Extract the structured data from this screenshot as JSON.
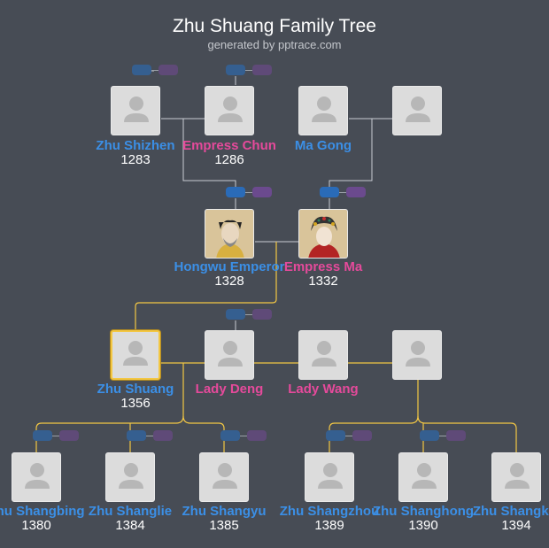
{
  "header": {
    "title": "Zhu Shuang Family Tree",
    "subtitle": "generated by pptrace.com"
  },
  "people": {
    "zhu_shizhen": {
      "name": "Zhu Shizhen",
      "year": "1283",
      "gender": "male"
    },
    "empress_chun": {
      "name": "Empress Chun",
      "year": "1286",
      "gender": "female"
    },
    "ma_gong": {
      "name": "Ma Gong",
      "year": "",
      "gender": "male"
    },
    "ma_gong_spouse": {
      "name": "",
      "year": "",
      "gender": "unknown"
    },
    "hongwu": {
      "name": "Hongwu Emperor",
      "year": "1328",
      "gender": "male",
      "has_portrait": true
    },
    "empress_ma": {
      "name": "Empress Ma",
      "year": "1332",
      "gender": "female",
      "has_portrait": true
    },
    "zhu_shuang": {
      "name": "Zhu Shuang",
      "year": "1356",
      "gender": "male",
      "selected": true
    },
    "lady_deng": {
      "name": "Lady Deng",
      "year": "",
      "gender": "female"
    },
    "lady_wang": {
      "name": "Lady Wang",
      "year": "",
      "gender": "female"
    },
    "spouse4": {
      "name": "",
      "year": "",
      "gender": "unknown"
    },
    "shangbing": {
      "name": "Zhu Shangbing",
      "year": "1380",
      "gender": "male"
    },
    "shanglie": {
      "name": "Zhu Shanglie",
      "year": "1384",
      "gender": "male"
    },
    "shangyu": {
      "name": "Zhu Shangyu",
      "year": "1385",
      "gender": "male"
    },
    "shangzhou": {
      "name": "Zhu Shangzhou",
      "year": "1389",
      "gender": "male"
    },
    "shanghong": {
      "name": "Zhu Shanghong",
      "year": "1390",
      "gender": "male"
    },
    "shangkai": {
      "name": "Zhu Shangkai",
      "year": "1394",
      "gender": "male"
    }
  },
  "colors": {
    "background": "#474c55",
    "male": "#3b8fe6",
    "female": "#e54a9b",
    "selected_line": "#f3c744",
    "line": "#c9cdd3"
  }
}
